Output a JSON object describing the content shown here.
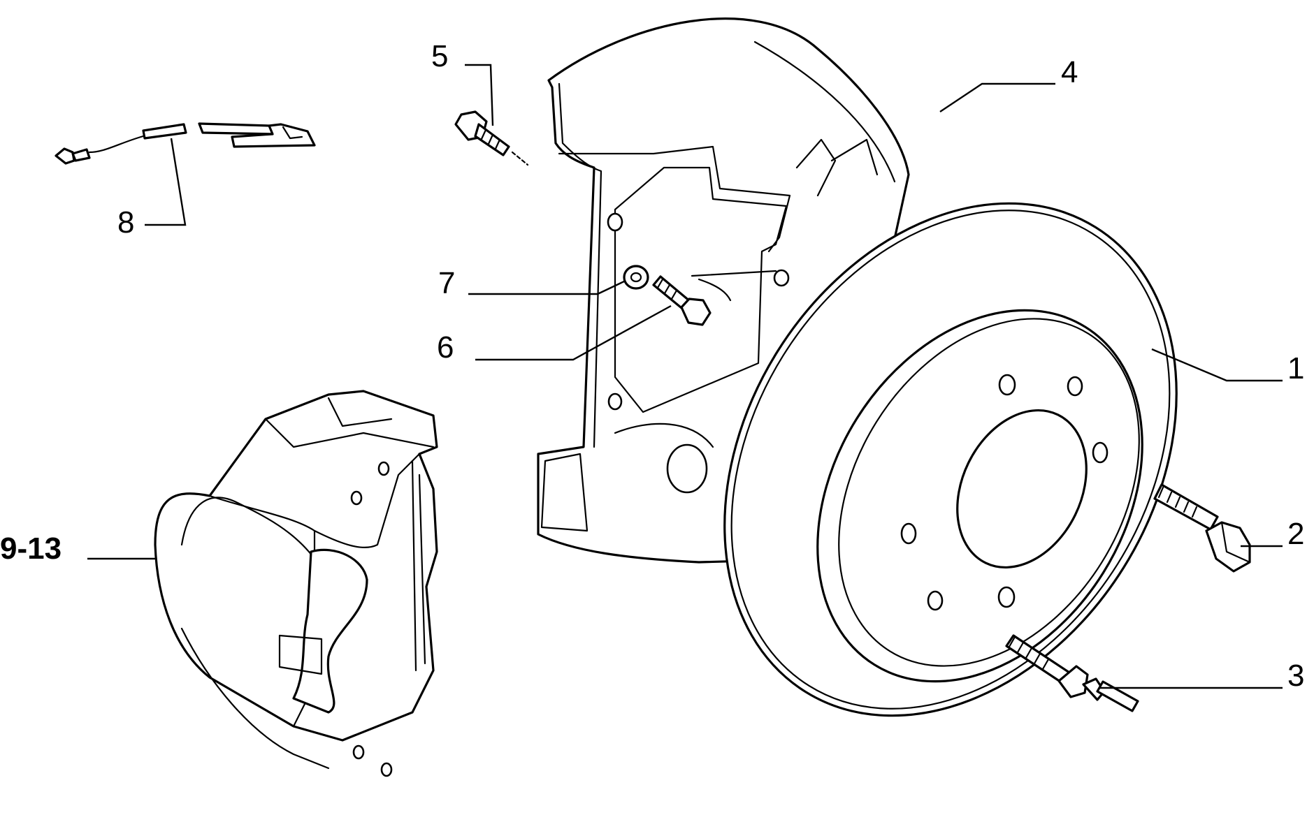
{
  "callouts": [
    {
      "id": "disc",
      "label": "1"
    },
    {
      "id": "disc-bolt",
      "label": "2"
    },
    {
      "id": "wheel-stud",
      "label": "3"
    },
    {
      "id": "dust-shield",
      "label": "4"
    },
    {
      "id": "shield-screw",
      "label": "5"
    },
    {
      "id": "caliper-bracket-bolt",
      "label": "6"
    },
    {
      "id": "washer",
      "label": "7"
    },
    {
      "id": "wear-sensor",
      "label": "8"
    },
    {
      "id": "caliper",
      "label": "9-13"
    }
  ],
  "colors": {
    "line": "#000000",
    "background": "#ffffff"
  }
}
